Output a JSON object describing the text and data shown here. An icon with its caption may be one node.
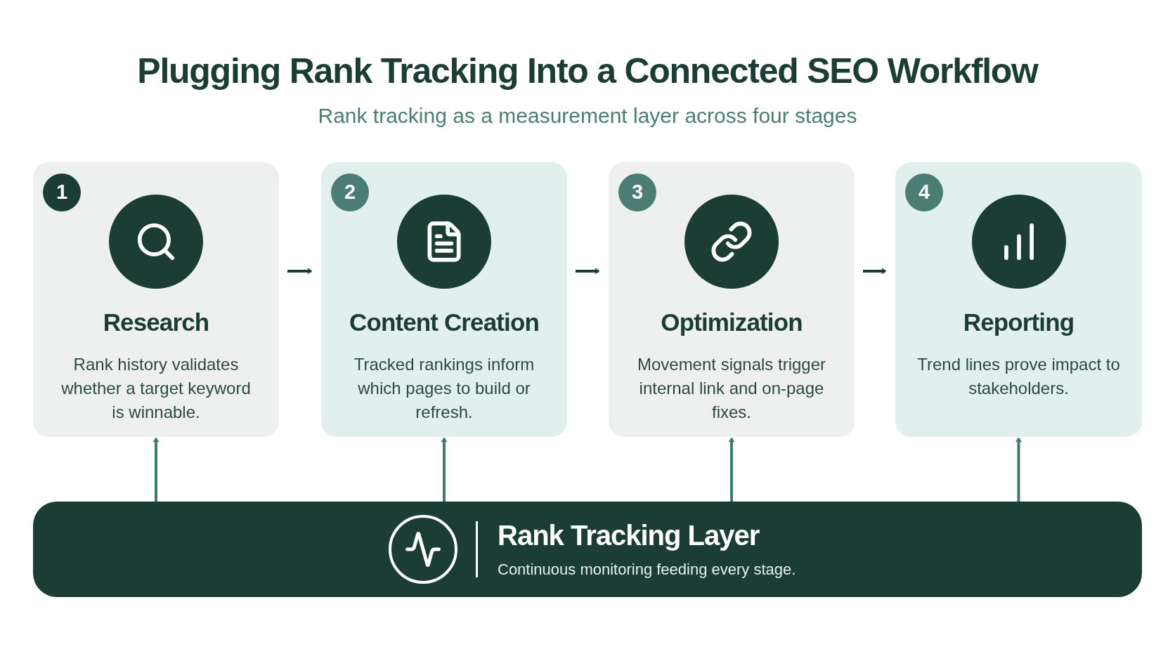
{
  "diagram": {
    "title": "Plugging Rank Tracking Into a Connected SEO Workflow",
    "caption": "Rank tracking as a measurement layer across four stages",
    "nodes": [
      {
        "text": [
          "Research",
          "Rank history validates whether a target keyword is winnable."
        ]
      },
      {
        "text": [
          "1"
        ],
        "in": 0
      },
      {
        "text": [
          "Content Creation",
          "Tracked rankings inform which pages to build or refresh."
        ]
      },
      {
        "text": [
          "2"
        ],
        "in": 2
      },
      {
        "text": [
          "Optimization",
          "Movement signals trigger internal link and on-page fixes."
        ]
      },
      {
        "text": [
          "3"
        ],
        "in": 4
      },
      {
        "text": [
          "Reporting",
          "Trend lines prove impact to stakeholders."
        ]
      },
      {
        "text": [
          "4"
        ],
        "in": 6
      },
      {
        "text": [
          "Rank Tracking Layer",
          "Continuous monitoring feeding every stage."
        ]
      }
    ],
    "edges": [
      {
        "from": 0,
        "to": 2,
        "arrow": "to"
      },
      {
        "from": 2,
        "to": 4,
        "arrow": "to"
      },
      {
        "from": 4,
        "to": 6,
        "arrow": "to"
      },
      {
        "from": 8,
        "to": 0,
        "arrow": "to",
        "color": "#3f7a6f"
      },
      {
        "from": 8,
        "to": 2,
        "arrow": "to",
        "color": "#3f7a6f"
      },
      {
        "from": 8,
        "to": 4,
        "arrow": "to",
        "color": "#3f7a6f"
      },
      {
        "from": 8,
        "to": 6,
        "arrow": "to",
        "color": "#3f7a6f"
      }
    ]
  }
}
